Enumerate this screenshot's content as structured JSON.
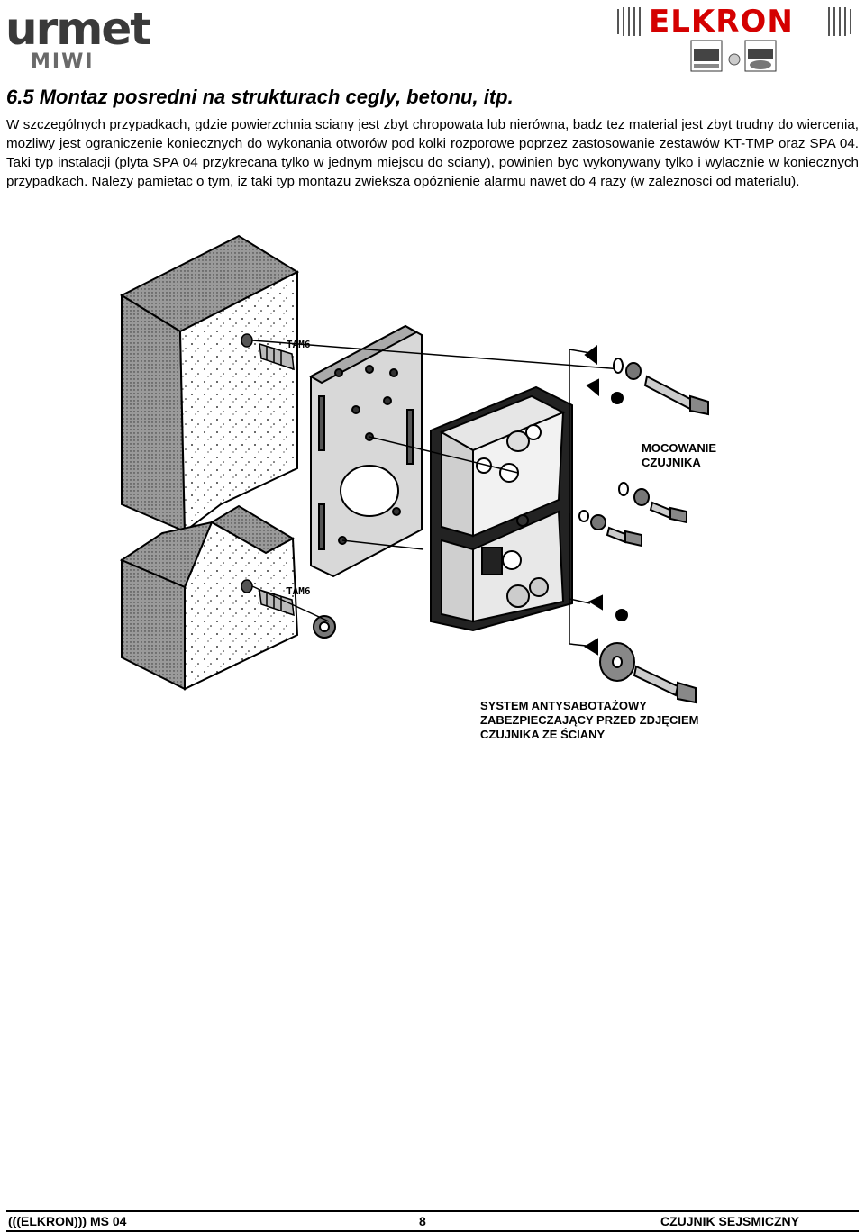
{
  "header": {
    "left_logo": {
      "word": "urmet",
      "sub": "MIWI"
    },
    "right_logo": {
      "word": "ELKRON"
    }
  },
  "section": {
    "title": "6.5  Montaz posredni na strukturach cegly, betonu, itp.",
    "body": "W szczególnych przypadkach, gdzie powierzchnia sciany jest zbyt chropowata lub nierówna, badz tez material jest zbyt trudny do wiercenia, mozliwy jest ograniczenie koniecznych do wykonania otworów pod kolki rozporowe poprzez zastosowanie zestawów KT-TMP oraz SPA 04. Taki typ instalacji (plyta SPA 04 przykrecana tylko w jednym miejscu do sciany), powinien byc wykonywany tylko i wylacznie w koniecznych przypadkach. Nalezy pamietac o tym, iz taki typ montazu zwieksza opóznienie alarmu nawet do 4 razy (w zaleznosci od materialu)."
  },
  "figure": {
    "tam_top": "TAM6",
    "tam_bottom": "TAM6",
    "label_mocowanie": "MOCOWANIE CZUJNIKA",
    "label_system": "SYSTEM ANTYSABOTAŻOWY ZABEZPIECZAJĄCY PRZED ZDJĘCIEM CZUJNIKA ZE ŚCIANY"
  },
  "footer": {
    "left": "(((ELKRON))) MS 04",
    "page": "8",
    "right": "CZUJNIK SEJSMICZNY"
  }
}
